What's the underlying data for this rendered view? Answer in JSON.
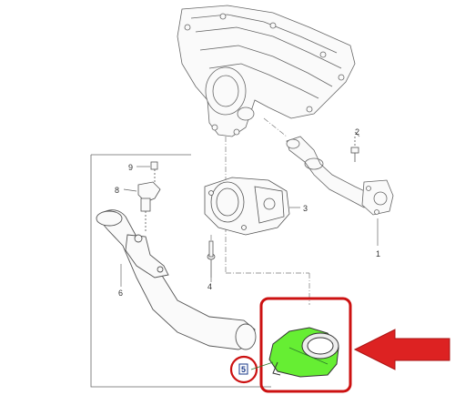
{
  "diagram": {
    "callouts": {
      "c1": "1",
      "c2": "2",
      "c3": "3",
      "c4": "4",
      "c6": "6",
      "c8": "8",
      "c9": "9"
    },
    "highlighted_label": "5",
    "colors": {
      "highlight_box": "#cc1111",
      "arrow": "#dd2222",
      "part_fill": "#66ee33",
      "line_art": "#555555",
      "leader_green": "#2a7a2a"
    }
  }
}
